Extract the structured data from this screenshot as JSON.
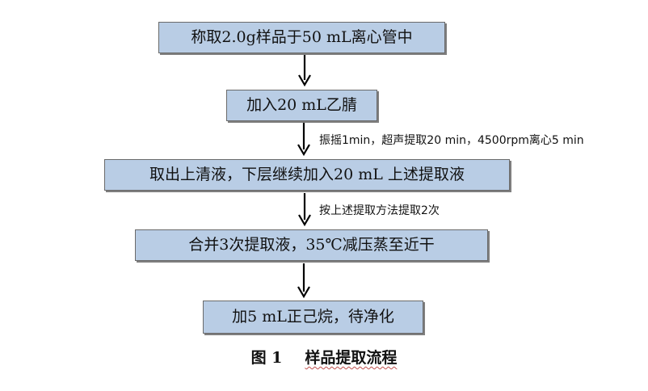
{
  "steps": [
    "称取2.0g样品于50 mL离心管中",
    "加入20 mL乙腈",
    "取出上清液，下层继续加入20 mL 上述提取液",
    "合并3次提取液，35℃减压蒸至近干",
    "加5 mL正己烷，待净化"
  ],
  "notes": [
    "振摇1min，超声提取20 min，4500rpm离心5 min",
    "按上述提取方法提取2次"
  ],
  "caption": {
    "number": "图 1",
    "title": "样品提取流程"
  },
  "colors": {
    "box_fill": "#b9cde5",
    "box_border": "#6a6a6a",
    "arrow": "#000000"
  }
}
